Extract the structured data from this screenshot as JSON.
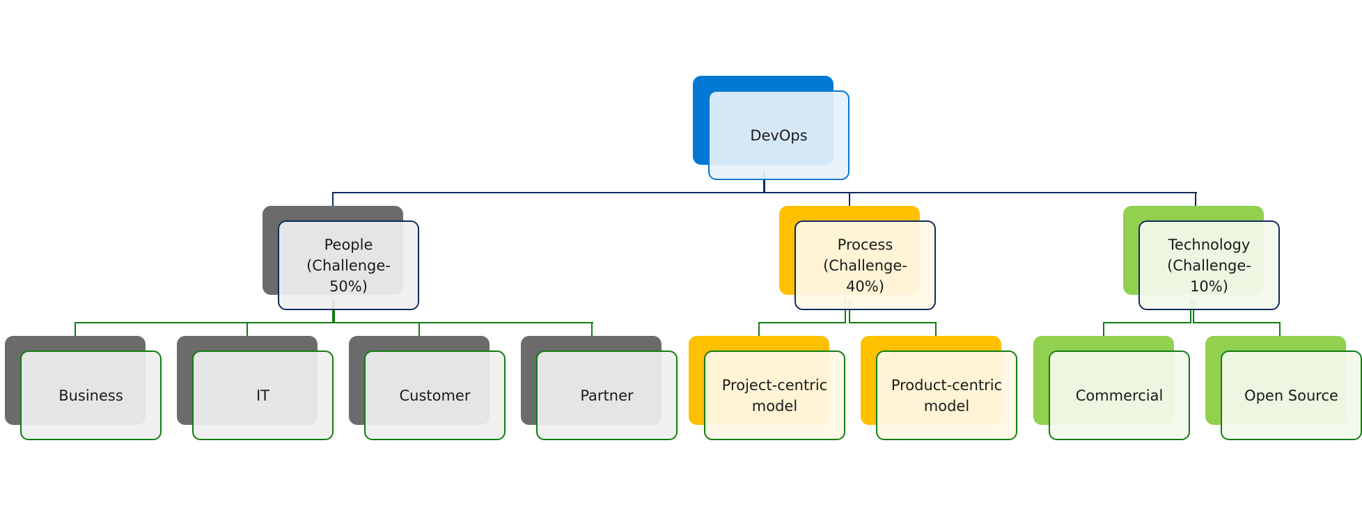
{
  "diagram": {
    "type": "hierarchy",
    "colors": {
      "root": "#0078d4",
      "people": "#6b6b6b",
      "process": "#ffc000",
      "technology": "#92d050",
      "level1_connector": "#0e2a5c",
      "level2_connector": "#107c10"
    },
    "root": {
      "label": "DevOps"
    },
    "categories": [
      {
        "label": "People (Challenge-50%)",
        "challenge_percent": 50,
        "children": [
          "Business",
          "IT",
          "Customer",
          "Partner"
        ]
      },
      {
        "label": "Process (Challenge-40%)",
        "challenge_percent": 40,
        "children": [
          "Project-centric model",
          "Product-centric model"
        ]
      },
      {
        "label": "Technology (Challenge-10%)",
        "challenge_percent": 10,
        "children": [
          "Commercial",
          "Open Source"
        ]
      }
    ]
  }
}
